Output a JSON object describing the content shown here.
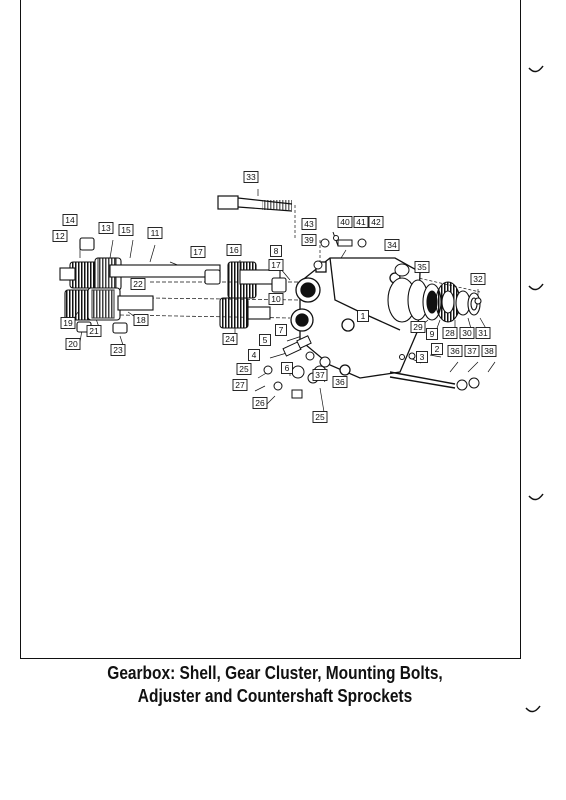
{
  "caption": {
    "line1": "Gearbox: Shell, Gear Cluster, Mounting Bolts,",
    "line2": "Adjuster and Countershaft Sprockets"
  },
  "callouts": [
    {
      "id": "33",
      "text": "33"
    },
    {
      "id": "43",
      "text": "43"
    },
    {
      "id": "40",
      "text": "40"
    },
    {
      "id": "41",
      "text": "41"
    },
    {
      "id": "42",
      "text": "42"
    },
    {
      "id": "39",
      "text": "39"
    },
    {
      "id": "34",
      "text": "34"
    },
    {
      "id": "35",
      "text": "35"
    },
    {
      "id": "32",
      "text": "32"
    },
    {
      "id": "14",
      "text": "14"
    },
    {
      "id": "13",
      "text": "13"
    },
    {
      "id": "15",
      "text": "15"
    },
    {
      "id": "12",
      "text": "12"
    },
    {
      "id": "11",
      "text": "11"
    },
    {
      "id": "17a",
      "text": "17"
    },
    {
      "id": "16",
      "text": "16"
    },
    {
      "id": "8",
      "text": "8"
    },
    {
      "id": "17b",
      "text": "17"
    },
    {
      "id": "22",
      "text": "22"
    },
    {
      "id": "10",
      "text": "10"
    },
    {
      "id": "1",
      "text": "1"
    },
    {
      "id": "29",
      "text": "29"
    },
    {
      "id": "9",
      "text": "9"
    },
    {
      "id": "28",
      "text": "28"
    },
    {
      "id": "30",
      "text": "30"
    },
    {
      "id": "31",
      "text": "31"
    },
    {
      "id": "19",
      "text": "19"
    },
    {
      "id": "21",
      "text": "21"
    },
    {
      "id": "18",
      "text": "18"
    },
    {
      "id": "7",
      "text": "7"
    },
    {
      "id": "20",
      "text": "20"
    },
    {
      "id": "23",
      "text": "23"
    },
    {
      "id": "24",
      "text": "24"
    },
    {
      "id": "5",
      "text": "5"
    },
    {
      "id": "4",
      "text": "4"
    },
    {
      "id": "3",
      "text": "3"
    },
    {
      "id": "2",
      "text": "2"
    },
    {
      "id": "36a",
      "text": "36"
    },
    {
      "id": "37a",
      "text": "37"
    },
    {
      "id": "38",
      "text": "38"
    },
    {
      "id": "25a",
      "text": "25"
    },
    {
      "id": "6",
      "text": "6"
    },
    {
      "id": "37b",
      "text": "37"
    },
    {
      "id": "36b",
      "text": "36"
    },
    {
      "id": "27",
      "text": "27"
    },
    {
      "id": "26",
      "text": "26"
    },
    {
      "id": "25b",
      "text": "25"
    }
  ]
}
